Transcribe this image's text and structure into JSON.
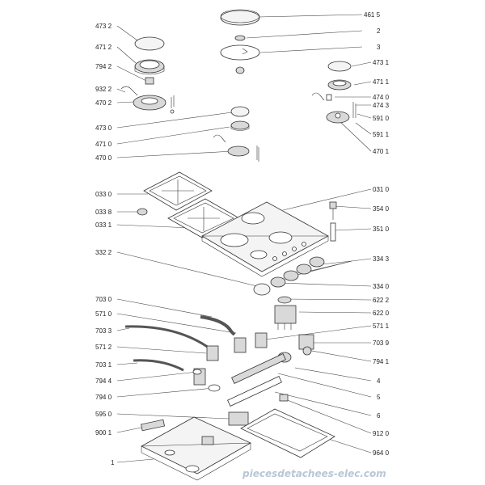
{
  "callouts": [
    {
      "id": "l-4615",
      "text": "461 5"
    },
    {
      "id": "l-2",
      "text": "2"
    },
    {
      "id": "l-3",
      "text": "3"
    },
    {
      "id": "l-4732",
      "text": "473 2"
    },
    {
      "id": "l-4712",
      "text": "471 2"
    },
    {
      "id": "l-7942",
      "text": "794 2"
    },
    {
      "id": "l-9322",
      "text": "932 2"
    },
    {
      "id": "l-4702",
      "text": "470 2"
    },
    {
      "id": "l-4731",
      "text": "473 1"
    },
    {
      "id": "l-4711",
      "text": "471 1"
    },
    {
      "id": "l-4740",
      "text": "474 0"
    },
    {
      "id": "l-4743",
      "text": "474 3"
    },
    {
      "id": "l-5910",
      "text": "591 0"
    },
    {
      "id": "l-5911",
      "text": "591 1"
    },
    {
      "id": "l-4701",
      "text": "470 1"
    },
    {
      "id": "l-4730",
      "text": "473 0"
    },
    {
      "id": "l-4710",
      "text": "471 0"
    },
    {
      "id": "l-4700",
      "text": "470 0"
    },
    {
      "id": "l-0330",
      "text": "033 0"
    },
    {
      "id": "l-0338",
      "text": "033 8"
    },
    {
      "id": "l-0331",
      "text": "033 1"
    },
    {
      "id": "l-0310",
      "text": "031 0"
    },
    {
      "id": "l-3540",
      "text": "354 0"
    },
    {
      "id": "l-3510",
      "text": "351 0"
    },
    {
      "id": "l-3322",
      "text": "332 2"
    },
    {
      "id": "l-3343",
      "text": "334 3"
    },
    {
      "id": "l-3340",
      "text": "334 0"
    },
    {
      "id": "l-6222",
      "text": "622 2"
    },
    {
      "id": "l-6220",
      "text": "622 0"
    },
    {
      "id": "l-7030",
      "text": "703 0"
    },
    {
      "id": "l-5710",
      "text": "571 0"
    },
    {
      "id": "l-7033",
      "text": "703 3"
    },
    {
      "id": "l-5711",
      "text": "571 1"
    },
    {
      "id": "l-5712",
      "text": "571 2"
    },
    {
      "id": "l-7039",
      "text": "703 9"
    },
    {
      "id": "l-7031",
      "text": "703 1"
    },
    {
      "id": "l-7941",
      "text": "794 1"
    },
    {
      "id": "l-7944",
      "text": "794 4"
    },
    {
      "id": "l-4",
      "text": "4"
    },
    {
      "id": "l-7940",
      "text": "794 0"
    },
    {
      "id": "l-5",
      "text": "5"
    },
    {
      "id": "l-6",
      "text": "6"
    },
    {
      "id": "l-5950",
      "text": "595 0"
    },
    {
      "id": "l-9120",
      "text": "912 0"
    },
    {
      "id": "l-9001",
      "text": "900 1"
    },
    {
      "id": "l-9640",
      "text": "964 0"
    },
    {
      "id": "l-1",
      "text": "1"
    }
  ],
  "watermark": "piecesdetachees-elec.com"
}
